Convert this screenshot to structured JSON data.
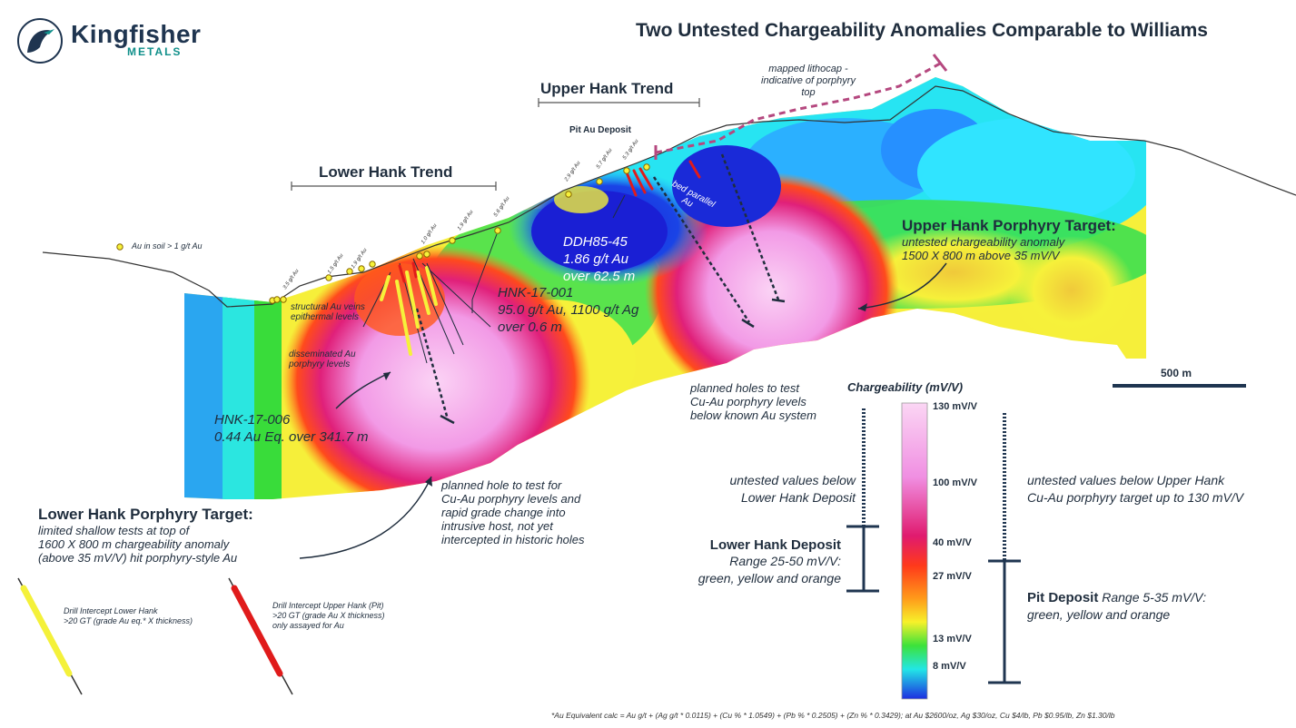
{
  "title": "Two Untested Chargeability Anomalies Comparable to Williams",
  "logo": {
    "name": "Kingfisher",
    "sub": "METALS"
  },
  "trends": {
    "upper": "Upper Hank Trend",
    "lower": "Lower Hank Trend"
  },
  "pit_deposit_label": "Pit Au Deposit",
  "lithocap": {
    "line1": "mapped lithocap -",
    "line2": "indicative of porphyry top"
  },
  "soil_legend": "Au in soil > 1 g/t Au",
  "soil_labels": [
    "3.5 g/t Au",
    "1.5 g/t Au",
    "1.9 g/t Au",
    "1.0 g/t Au",
    "1.9 g/t Au",
    "5.6 g/t Au",
    "2.9 g/t Au",
    "5.7 g/t Au",
    "5.3 g/t Au"
  ],
  "bed_parallel": {
    "line1": "bed parallel",
    "line2": "Au"
  },
  "ddh": {
    "name": "DDH85-45",
    "line2": "1.86 g/t Au",
    "line3": "over  62.5 m"
  },
  "hnk001": {
    "name": "HNK-17-001",
    "line2": "95.0 g/t Au, 1100 g/t Ag",
    "line3": "over 0.6 m"
  },
  "hnk006": {
    "name": "HNK-17-006",
    "line2": "0.44 Au Eq. over 341.7 m"
  },
  "structural": {
    "line1": "structural Au veins",
    "line2": "epithermal levels"
  },
  "disseminated": {
    "line1": "disseminated Au",
    "line2": "porphyry levels"
  },
  "upper_target": {
    "head": "Upper Hank Porphyry Target:",
    "line1": "untested chargeability anomaly",
    "line2": "1500 X 800 m above 35 mV/V"
  },
  "lower_target": {
    "head": "Lower Hank Porphyry Target:",
    "line1": "limited shallow tests at top of",
    "line2": "1600 X 800 m chargeability anomaly",
    "line3": "(above 35 mV/V) hit porphyry-style Au"
  },
  "planned_upper": {
    "line1": "planned holes to test",
    "line2": "Cu-Au porphyry levels",
    "line3": "below known Au system"
  },
  "planned_lower": {
    "line1": "planned hole to test for",
    "line2": "Cu-Au porphyry levels and",
    "line3": "rapid grade change into",
    "line4": "intrusive host, not yet",
    "line5": "intercepted in historic holes"
  },
  "scale": "500 m",
  "legend": {
    "title": "Chargeability (mV/V)",
    "ticks": [
      "130 mV/V",
      "100 mV/V",
      "40 mV/V",
      "27 mV/V",
      "13 mV/V",
      "8 mV/V"
    ]
  },
  "untested_lower": {
    "line1": "untested values below",
    "line2": "Lower Hank Deposit"
  },
  "untested_upper": {
    "line1": "untested values below Upper Hank",
    "line2": "Cu-Au porphyry target up to 130 mV/V"
  },
  "lower_deposit": {
    "head": "Lower Hank Deposit",
    "line1": "Range 25-50 mV/V:",
    "line2": "green, yellow and orange"
  },
  "pit_deposit": {
    "head": "Pit Deposit",
    "range": " Range 5-35 mV/V:",
    "line2": "green, yellow and orange"
  },
  "drill_lower": {
    "line1": "Drill Intercept Lower Hank",
    "line2": ">20 GT (grade Au eq.* X thickness)"
  },
  "drill_upper": {
    "line1": "Drill Intercept Upper Hank (Pit)",
    "line2": ">20 GT (grade Au X thickness)",
    "line3": "only assayed for Au"
  },
  "footnote": "*Au Equivalent calc = Au g/t + (Ag g/t * 0.0115) + (Cu % * 1.0549) + (Pb % * 0.2505) + (Zn % * 0.3429); at Au $2600/oz, Ag $30/oz, Cu $4/lb, Pb $0.95/lb, Zn $1.30/lb",
  "colors": {
    "accent": "#1f3550",
    "lithocap": "#b5487f",
    "teal": "#0f8f8a",
    "drill_yellow": "#f4f13a",
    "drill_red": "#e01b1b"
  }
}
